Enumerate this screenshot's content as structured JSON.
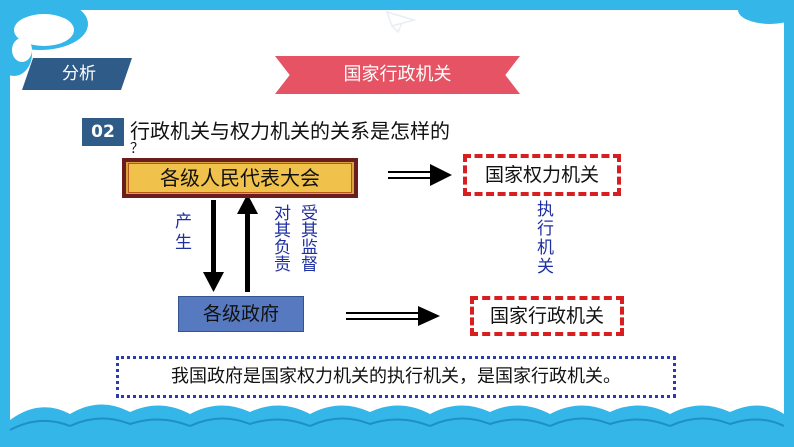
{
  "header": {
    "analysis_tag": "分析",
    "banner_title": "国家行政机关"
  },
  "question": {
    "number": "02",
    "text": "行政机关与权力机关的关系是怎样的",
    "text_tail": "？"
  },
  "diagram": {
    "npc": "各级人民代表大会",
    "gov": "各级政府",
    "power_organ": "国家权力机关",
    "admin_organ": "国家行政机关",
    "produce": "产生",
    "responsible_col1": "对其负责",
    "supervised_col2": "受其监督",
    "execute": "执行机关"
  },
  "summary": "我国政府是国家权力机关的执行机关，是国家行政机关。",
  "colors": {
    "frame": "#35b6e8",
    "tag": "#2f5b88",
    "banner": "#e55364",
    "npc_fill": "#f1c24b",
    "gov_fill": "#5679c0",
    "dashed": "#d81e1e",
    "vertical_text": "#1e2fa0"
  }
}
